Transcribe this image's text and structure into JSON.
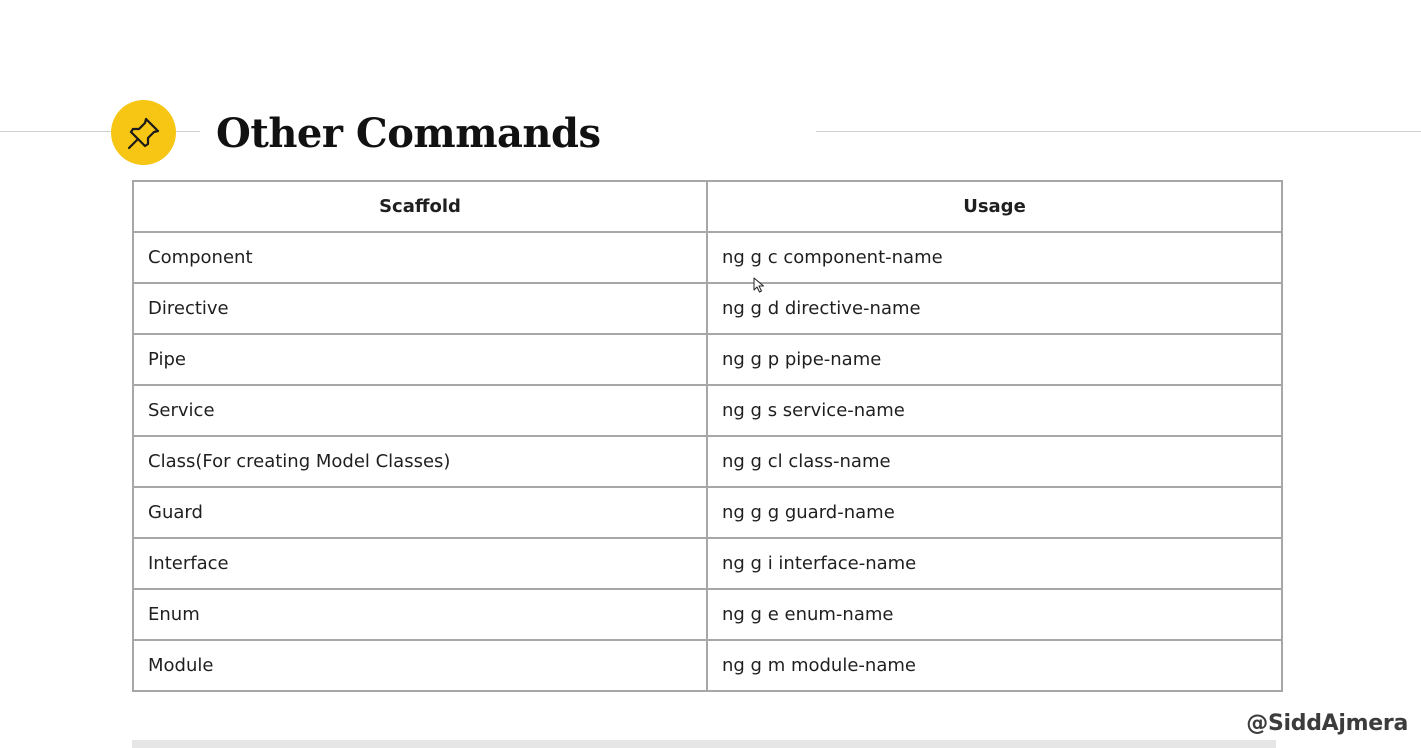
{
  "slide": {
    "title": "Other Commands",
    "icon": "pushpin-icon",
    "accent_color": "#f7c513",
    "watermark": "@SiddAjmera"
  },
  "table": {
    "headers": [
      "Scaffold",
      "Usage"
    ],
    "rows": [
      [
        "Component",
        "ng g c component-name"
      ],
      [
        "Directive",
        "ng g d directive-name"
      ],
      [
        "Pipe",
        "ng g p pipe-name"
      ],
      [
        "Service",
        "ng g s service-name"
      ],
      [
        "Class(For creating Model Classes)",
        "ng g cl class-name"
      ],
      [
        "Guard",
        "ng g g guard-name"
      ],
      [
        "Interface",
        "ng g i interface-name"
      ],
      [
        "Enum",
        "ng g e enum-name"
      ],
      [
        "Module",
        "ng g m module-name"
      ]
    ]
  }
}
